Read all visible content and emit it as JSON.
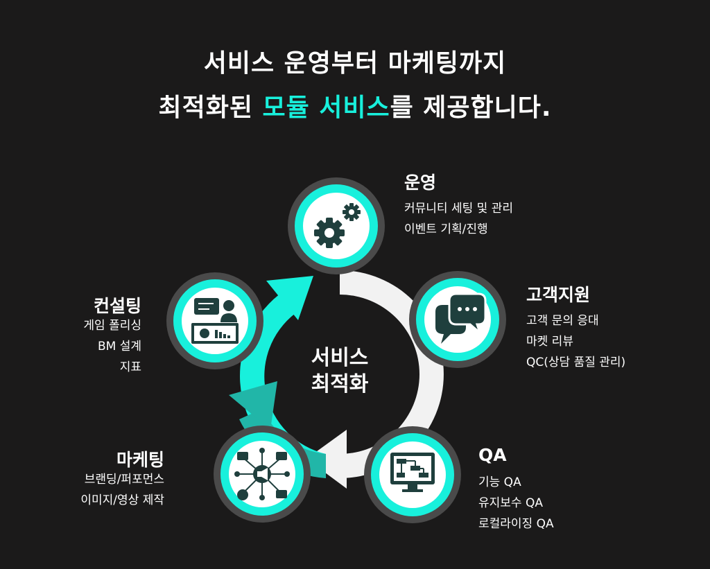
{
  "headline": {
    "line1": "서비스 운영부터 마케팅까지",
    "line2_pre": "최적화된 ",
    "line2_accent": "모듈 서비스",
    "line2_post": "를 제공합니다."
  },
  "center": {
    "line1": "서비스",
    "line2": "최적화"
  },
  "nodes": {
    "operation": {
      "title": "운영",
      "items": [
        "커뮤니티 세팅 및 관리",
        "이벤트 기획/진행"
      ],
      "icon": "gears-icon"
    },
    "support": {
      "title": "고객지원",
      "items": [
        "고객 문의 응대",
        "마켓 리뷰",
        "QC(상담 품질 관리)"
      ],
      "icon": "chat-bubbles-icon"
    },
    "qa": {
      "title": "QA",
      "items": [
        "기능 QA",
        "유지보수 QA",
        "로컬라이징 QA"
      ],
      "icon": "monitor-flowchart-icon"
    },
    "marketing": {
      "title": "마케팅",
      "items": [
        "브랜딩/퍼포먼스",
        "이미지/영상 제작"
      ],
      "icon": "megaphone-network-icon"
    },
    "consulting": {
      "title": "컨설팅",
      "items": [
        "게임 폴리싱",
        "BM 설계",
        "지표"
      ],
      "icon": "presenter-board-icon"
    }
  },
  "colors": {
    "background": "#1b1a1a",
    "accent": "#18f0dc",
    "icon_dark": "#1f3f3d",
    "ring": "#f2f2f2",
    "circle_border": "#4a4a4a"
  }
}
